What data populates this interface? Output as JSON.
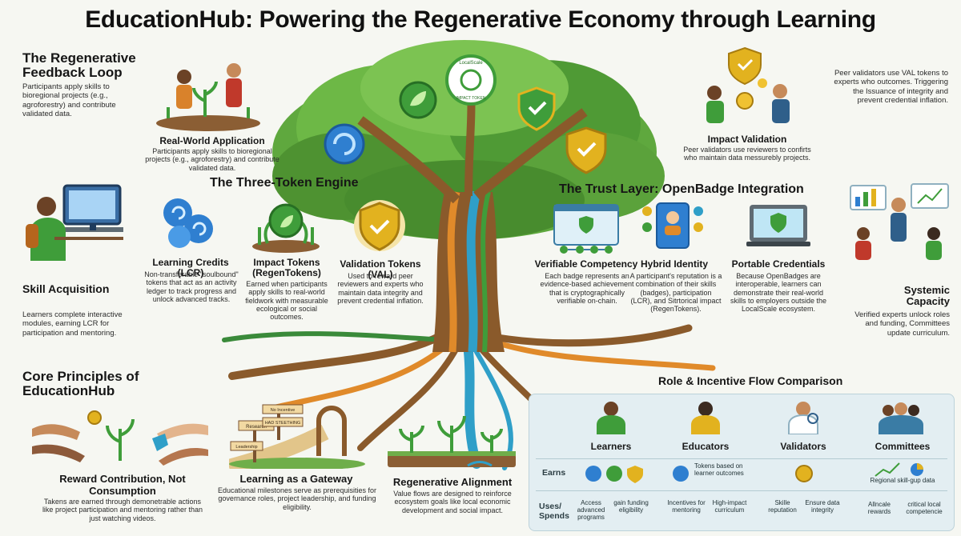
{
  "title": "EducationHub: Powering the Regenerative Economy through Learning",
  "feedback_loop": {
    "title": "The Regenerative Feedback Loop",
    "text": "Participants apply skills to bioregional projects (e.g., agroforestry) and contribute validated data."
  },
  "real_world": {
    "title": "Real-World Application",
    "text": "Participants apply skills to bioregional projects (e.g., agroforestry) and contribute validated data."
  },
  "skill": {
    "title": "Skill Acquisition",
    "text": "Learners complete interactive modules, earning LCR for participation and mentoring."
  },
  "three_token": {
    "title": "The Three-Token Engine",
    "items": [
      {
        "title": "Learning Credits (LCR)",
        "text": "Non-transferable \"soulbound\" tokens that act as an activity ledger to track progress and unlock advanced tracks."
      },
      {
        "title": "Impact Tokens (RegenTokens)",
        "text": "Earned when participants apply skills to real-world fieldwork with measurable ecological or social outcomes."
      },
      {
        "title": "Validation Tokens (VAL)",
        "text": "Used to reward peer reviewers and experts who maintain data integrity and prevent credential inflation."
      }
    ]
  },
  "impact_validation": {
    "title": "Impact Validation",
    "text": "Peer validators use reviewers to confirts who maintain data messurebly projects."
  },
  "top_right_text": "Peer validators use VAL tokens to experts who outcomes. Triggering the Issuance of integrity and prevent credential inflation.",
  "trust": {
    "title": "The Trust Layer: OpenBadge Integration",
    "items": [
      {
        "title": "Verifiable Competency",
        "text": "Each badge represents an evidence-based achievement that is cryptographically verifiable on-chain."
      },
      {
        "title": "Hybrid Identity",
        "text": "A participant's reputation is a combination of their skills (badges), participation (LCR), and Sitrtorical impact (RegenTokens)."
      },
      {
        "title": "Portable Credentials",
        "text": "Because OpenBadges are interoperable, learners can demonstrate their real-world skills to employers outside the LocalScale ecosystem."
      }
    ]
  },
  "systemic": {
    "title": "Systemic Capacity",
    "text": "Verified experts unlock roles and funding, Committees update curriculum."
  },
  "core": {
    "title": "Core Principles of EducationHub",
    "items": [
      {
        "title": "Reward Contribution, Not Consumption",
        "text": "Takens are earned through demonetrable actions like project participation and mentoring rather than just watching videos."
      },
      {
        "title": "Learning as a Gateway",
        "text": "Educational milestones serve as prerequisities for governance roles, project leadership, and funding eligibility."
      },
      {
        "title": "Regenerative Alignment",
        "text": "Value flows are designed to reinforce ecosystem goals like local economic development and social impact."
      }
    ]
  },
  "signs": [
    "Research",
    "No Incentive",
    "Leadership",
    "HAD STEETHING"
  ],
  "seal": {
    "top": "LocalScale",
    "bottom": "IMPACT TOKEN"
  },
  "comparison": {
    "title": "Role & Incentive Flow Comparison",
    "row_earns": "Earns",
    "row_uses": "Uses/ Spends",
    "roles": [
      {
        "name": "Learners",
        "earns": "",
        "uses": [
          "Access advanced programs",
          "gain funding eligibility"
        ]
      },
      {
        "name": "Educators",
        "earns": "Tokens based on learner outcomes",
        "uses": [
          "Incentives for mentoring",
          "High-impact curriculum"
        ]
      },
      {
        "name": "Validators",
        "earns": "",
        "uses": [
          "Skille reputation",
          "Ensure data integrity"
        ]
      },
      {
        "name": "Committees",
        "earns": "Regional skill-gup data",
        "uses": [
          "Allncale rewards",
          "critical local competencie"
        ]
      }
    ]
  },
  "colors": {
    "lcr": "#2f7fd0",
    "regen": "#3f9d3a",
    "val": "#e2b21f",
    "trunk": "#8a5a2b",
    "panel": "#e3eef2"
  }
}
